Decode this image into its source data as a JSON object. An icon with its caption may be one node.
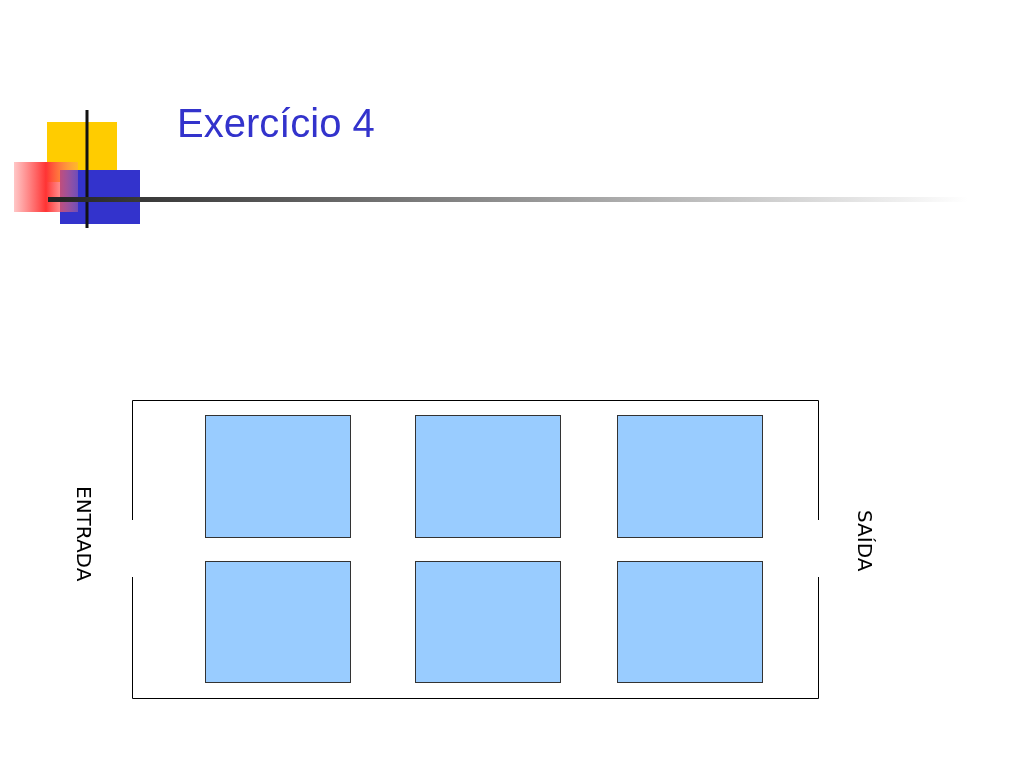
{
  "diagram": {
    "title": "Exercício 4",
    "nodes": [
      {
        "text": [],
        "shape": "box"
      },
      {
        "text": [],
        "shape": "box",
        "in": 0
      },
      {
        "text": [],
        "shape": "box",
        "in": 0
      },
      {
        "text": [],
        "shape": "box",
        "in": 0
      },
      {
        "text": [],
        "shape": "box",
        "in": 0
      },
      {
        "text": [],
        "shape": "box",
        "in": 0
      },
      {
        "text": [],
        "shape": "box",
        "in": 0
      }
    ],
    "labels": [
      "ENTRADA",
      "SAÍDA"
    ]
  }
}
